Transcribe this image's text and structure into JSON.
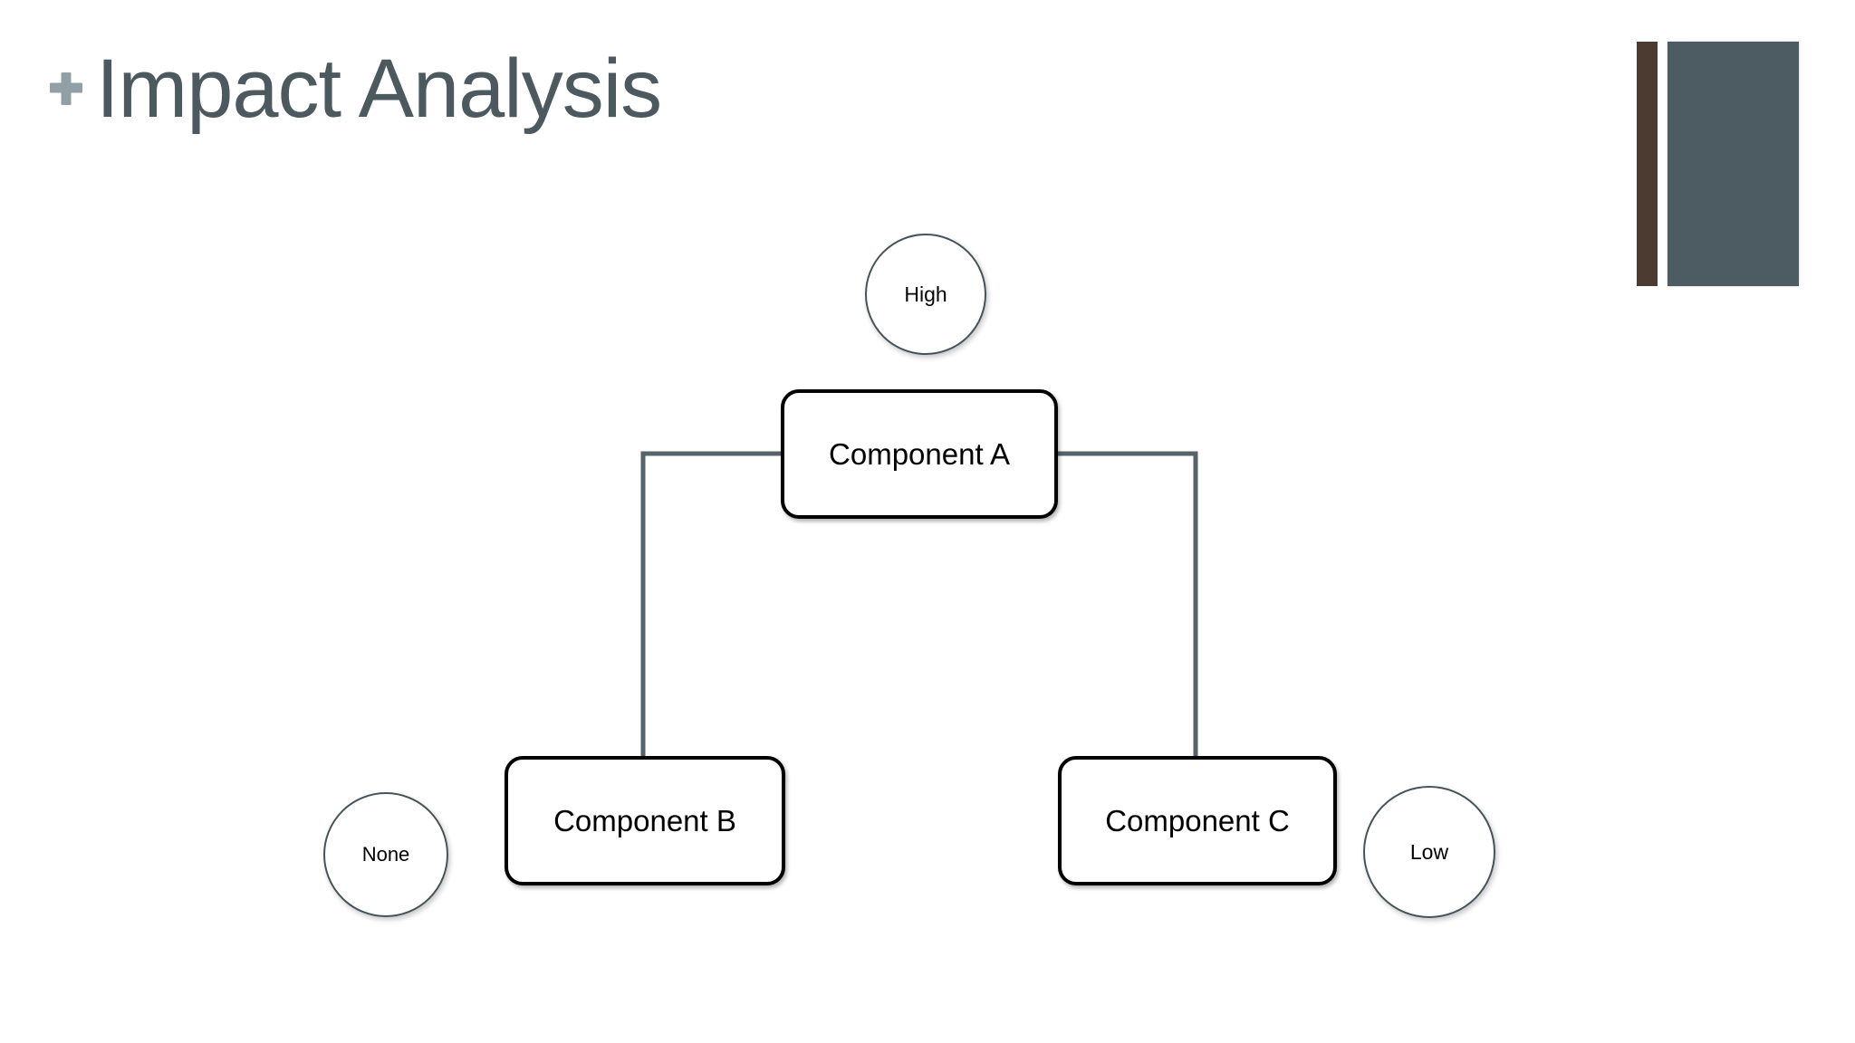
{
  "slide": {
    "title": "Impact Analysis",
    "title_color": "#4c5a5f",
    "background_color": "#ffffff",
    "plus_icon": "plus-icon",
    "plus_icon_color": "#90a0a6"
  },
  "decorations": [
    {
      "name": "brown-bar",
      "color": "#4b3b30"
    },
    {
      "name": "slate-bar",
      "color": "#4d5b63"
    }
  ],
  "diagram": {
    "type": "tree",
    "connector_color": "#56646a",
    "node_border_color": "#000000",
    "circle_border_color": "#46545a",
    "nodes": [
      {
        "id": "component-a",
        "label": "Component A",
        "shape": "rounded-rect"
      },
      {
        "id": "component-b",
        "label": "Component B",
        "shape": "rounded-rect"
      },
      {
        "id": "component-c",
        "label": "Component C",
        "shape": "rounded-rect"
      }
    ],
    "annotations": [
      {
        "id": "impact-high",
        "label": "High",
        "shape": "circle",
        "attached_to": "component-a"
      },
      {
        "id": "impact-none",
        "label": "None",
        "shape": "circle",
        "attached_to": "component-b"
      },
      {
        "id": "impact-low",
        "label": "Low",
        "shape": "circle",
        "attached_to": "component-c"
      }
    ],
    "edges": [
      {
        "from": "component-a",
        "to": "component-b"
      },
      {
        "from": "component-a",
        "to": "component-c"
      }
    ]
  }
}
